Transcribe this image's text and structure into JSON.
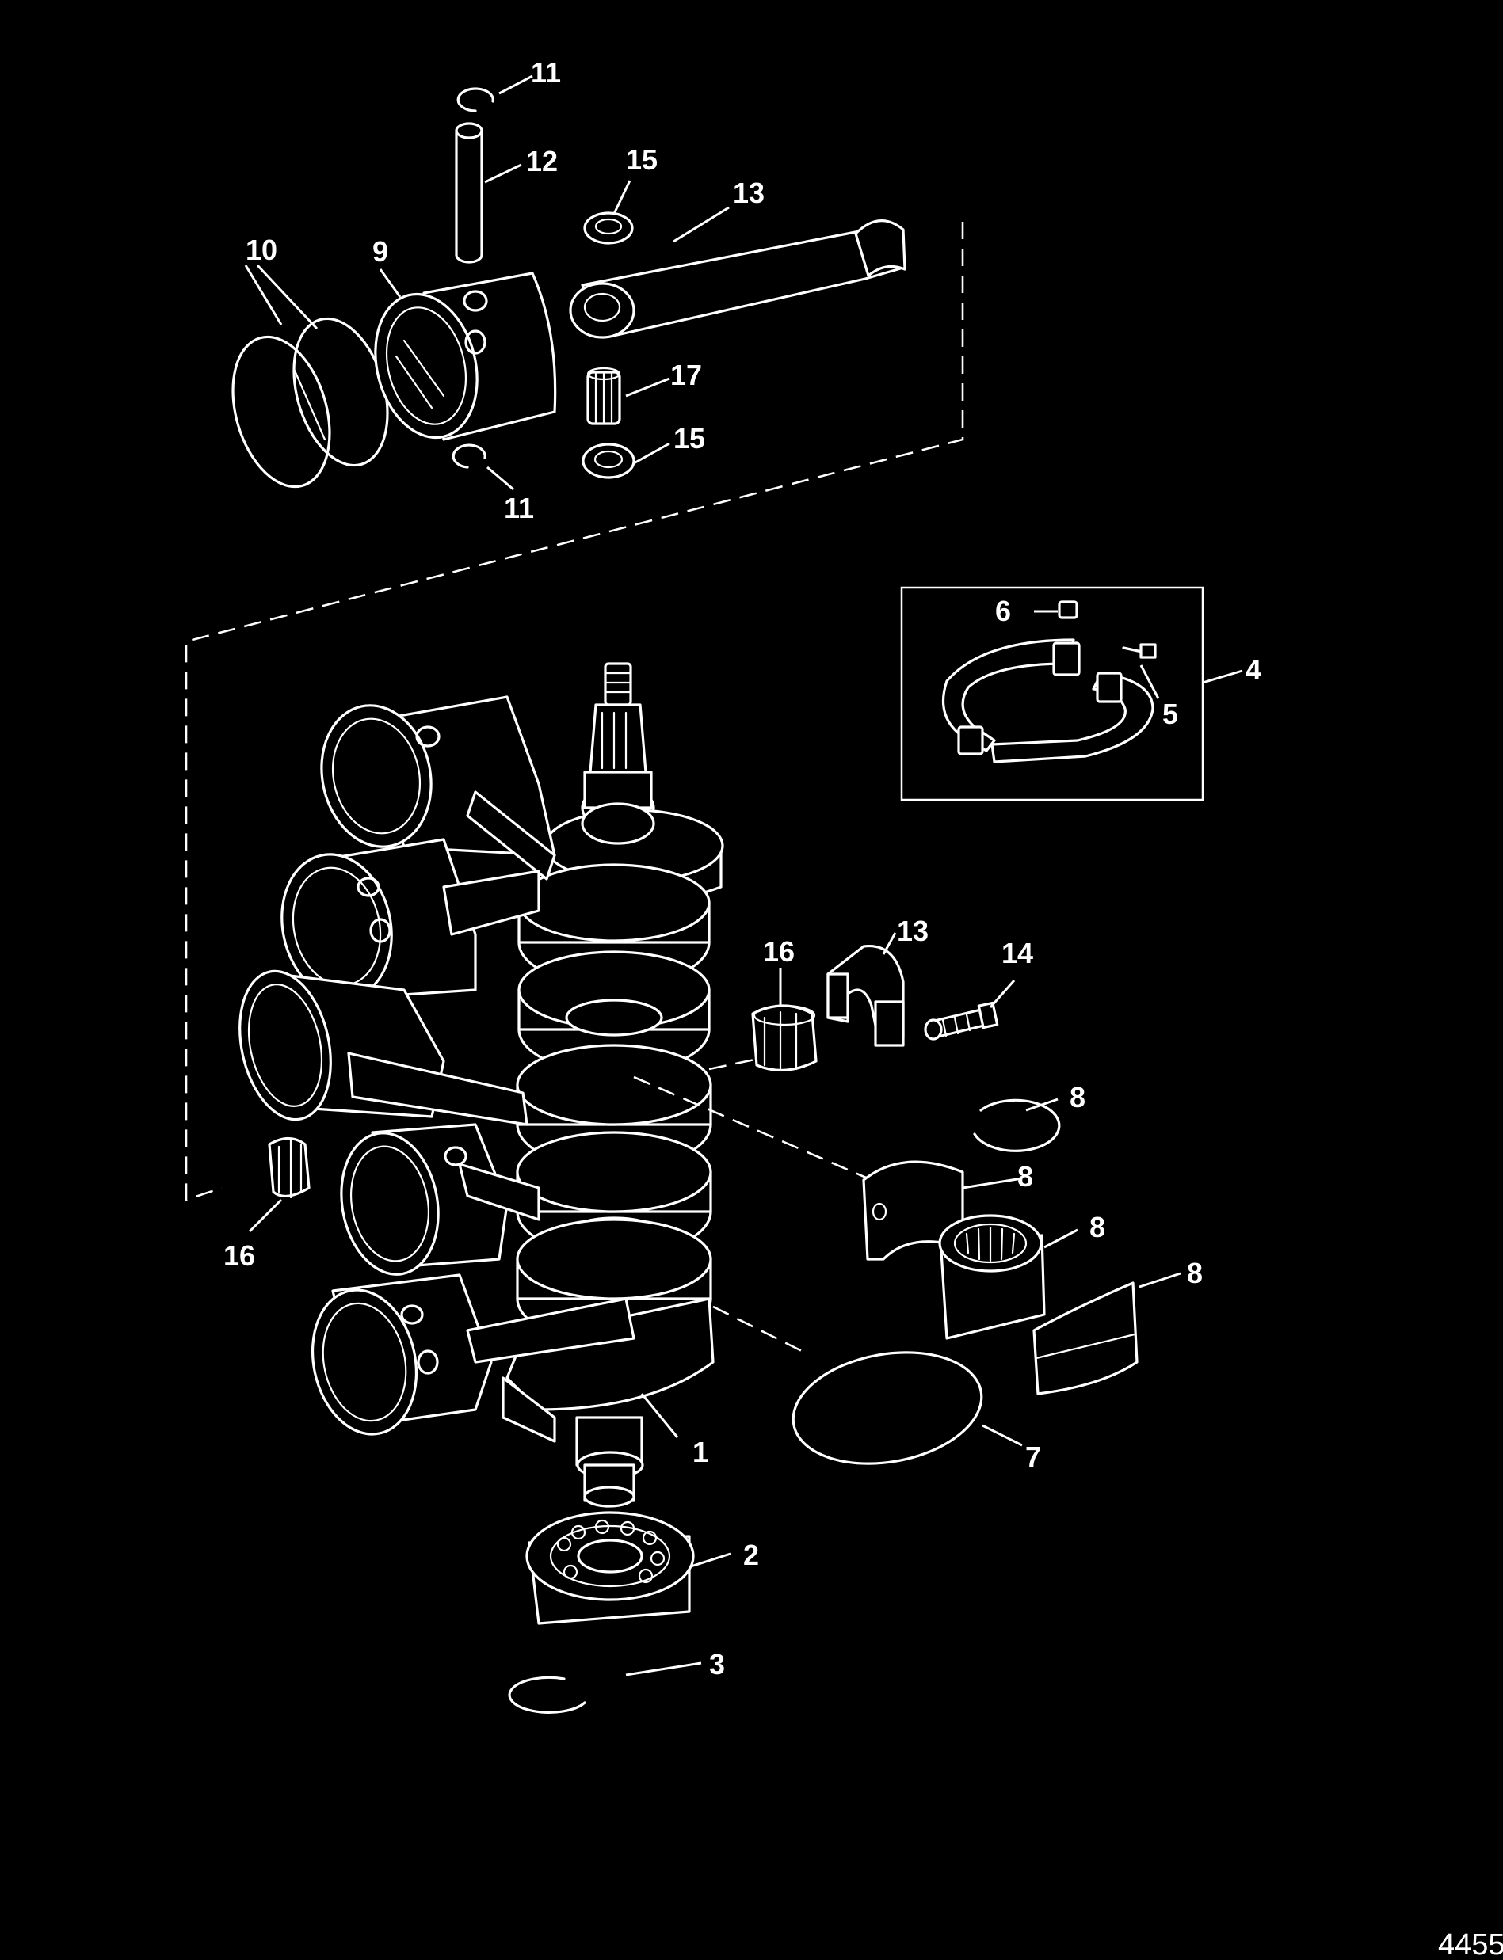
{
  "diagram": {
    "figure_id": "4455",
    "background": "#000000",
    "line_color": "#ffffff",
    "callouts": {
      "c11a": "11",
      "c12": "12",
      "c15a": "15",
      "c13a": "13",
      "c10": "10",
      "c9": "9",
      "c17": "17",
      "c15b": "15",
      "c11b": "11",
      "c6": "6",
      "c4": "4",
      "c5": "5",
      "c16a": "16",
      "c13b": "13",
      "c14": "14",
      "c8a": "8",
      "c8b": "8",
      "c8c": "8",
      "c8d": "8",
      "c16b": "16",
      "c1": "1",
      "c7": "7",
      "c2": "2",
      "c3": "3"
    }
  }
}
